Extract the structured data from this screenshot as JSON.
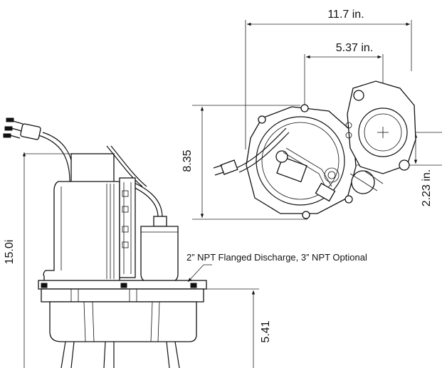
{
  "dimensions": {
    "overall_width": "11.7 in.",
    "discharge_offset": "5.37 in.",
    "body_depth": "8.35",
    "discharge_side_offset": "2.23 in.",
    "overall_height": "15.0i",
    "discharge_height": "5.41"
  },
  "callouts": {
    "discharge_note": "2” NPT Flanged Discharge, 3” NPT Optional"
  }
}
